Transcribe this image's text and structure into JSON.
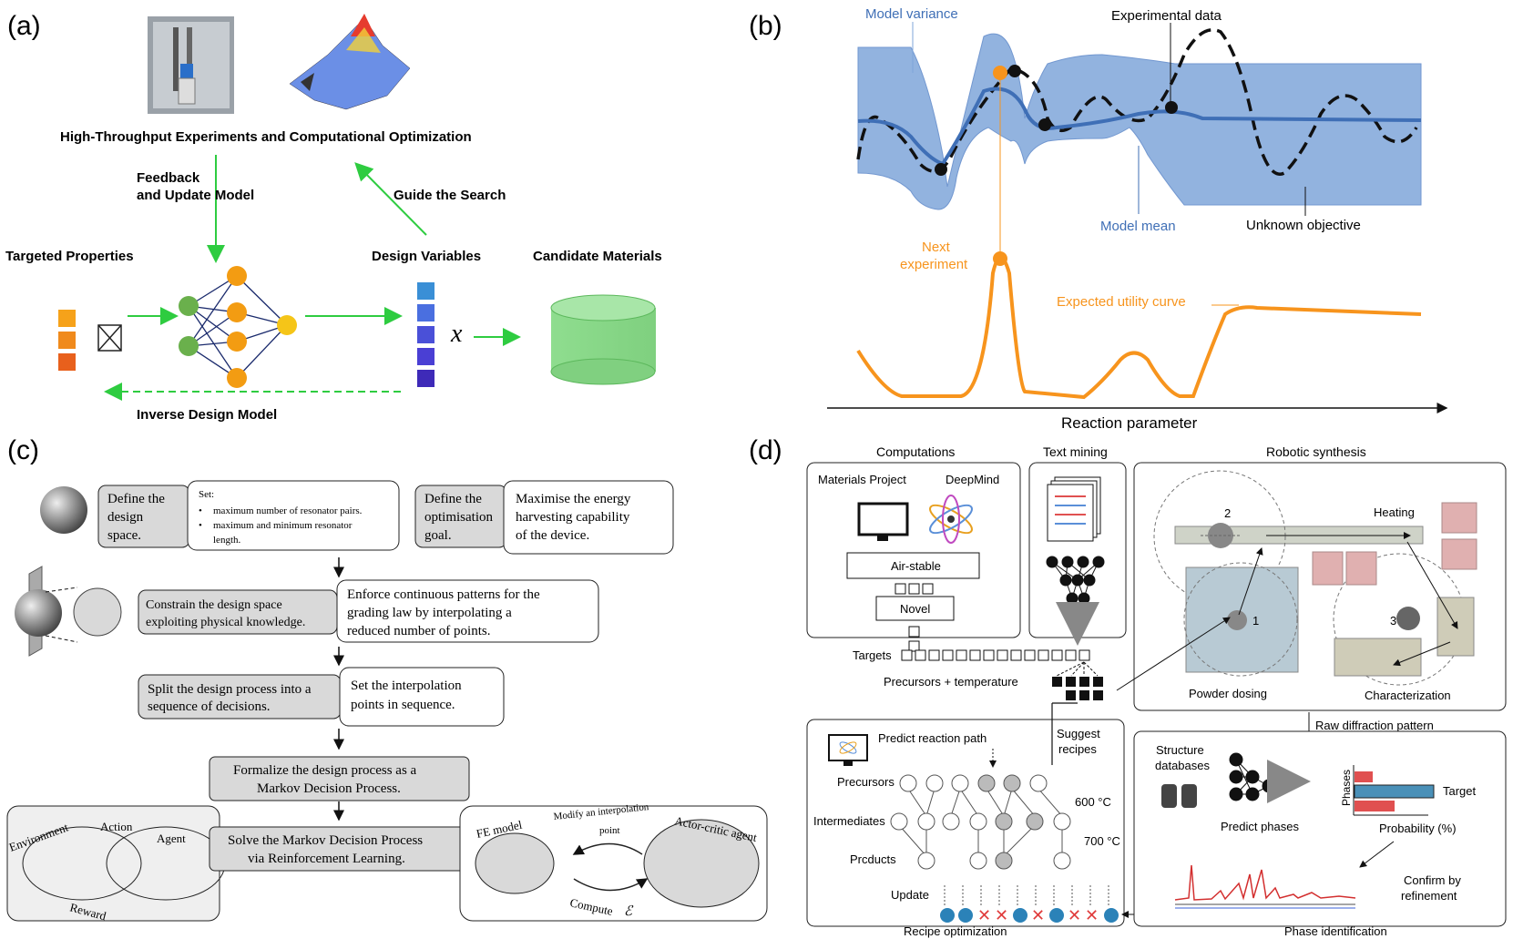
{
  "panels": {
    "a": {
      "label": "(a)",
      "top_caption": "High-Throughput Experiments and Computational Optimization",
      "feedback_l1": "Feedback",
      "feedback_l2": "and Update Model",
      "guide": "Guide the Search",
      "targeted": "Targeted Properties",
      "design_vars": "Design Variables",
      "candidates": "Candidate Materials",
      "x_symbol": "x",
      "inverse": "Inverse Design Model"
    },
    "b": {
      "label": "(b)",
      "model_variance": "Model variance",
      "experimental_data": "Experimental data",
      "model_mean": "Model mean",
      "unknown_objective": "Unknown objective",
      "next_l1": "Next",
      "next_l2": "experiment",
      "utility": "Expected utility curve",
      "xaxis": "Reaction parameter"
    },
    "c": {
      "label": "(c)",
      "define_space": [
        "Define the",
        "design",
        "space."
      ],
      "set_title": "Set:",
      "set_items": [
        "maximum number of resonator pairs.",
        "maximum and minimum resonator",
        "length."
      ],
      "define_goal": [
        "Define the",
        "optimisation",
        "goal."
      ],
      "goal_text": [
        "Maximise the energy",
        "harvesting capability",
        "of the device."
      ],
      "constrain": [
        "Constrain the design space",
        "exploiting physical knowledge."
      ],
      "enforce": [
        "Enforce continuous patterns for the",
        "grading law by interpolating a",
        "reduced number of points."
      ],
      "split": [
        "Split the design process into a",
        "sequence of decisions."
      ],
      "interp": [
        "Set the interpolation",
        "points in sequence."
      ],
      "formalize": [
        "Formalize the design process as a",
        "Markov Decision Process."
      ],
      "solve": [
        "Solve the Markov Decision Process",
        "via Reinforcement Learning."
      ],
      "environment": "Environment",
      "action": "Action",
      "agent": "Agent",
      "reward": "Reward",
      "fe_model": "FE model",
      "modify": [
        "Modify an interpolation",
        "point"
      ],
      "actor_critic": "Actor-critic agent",
      "compute": "Compute",
      "epsilon": "ℰ"
    },
    "d": {
      "label": "(d)",
      "computations": "Computations",
      "text_mining": "Text mining",
      "robotic": "Robotic synthesis",
      "materials_project": "Materials Project",
      "deepmind": "DeepMind",
      "air_stable": "Air-stable",
      "novel": "Novel",
      "targets": "Targets",
      "precursors_temp": "Precursors + temperature",
      "heating": "Heating",
      "n1": "1",
      "n2": "2",
      "n3": "3",
      "powder": "Powder dosing",
      "characterization": "Characterization",
      "raw_diffraction": "Raw diffraction pattern",
      "predict_path": "Predict reaction path",
      "suggest": [
        "Suggest",
        "recipes"
      ],
      "precursors": "Precursors",
      "intermediates": "Intermediates",
      "products": "Prcducts",
      "t600": "600 °C",
      "t700": "700 °C",
      "update": "Update",
      "structure_db": [
        "Structure",
        "databases"
      ],
      "predict_phases": "Predict phases",
      "phases": "Phases",
      "target": "Target",
      "probability": "Probability (%)",
      "confirm": [
        "Confirm by",
        "refinement"
      ],
      "recipe_opt": "Recipe optimization",
      "phase_id": "Phase identification"
    }
  },
  "colors": {
    "green_arrow": "#2ecc40",
    "variance_fill": "#7fa6da",
    "mean_line": "#3f6fb6",
    "orange": "#f7941d",
    "gray_box": "#d9d9d9",
    "red_cross": "#e03c3c",
    "blue_dot": "#2b82b8"
  }
}
